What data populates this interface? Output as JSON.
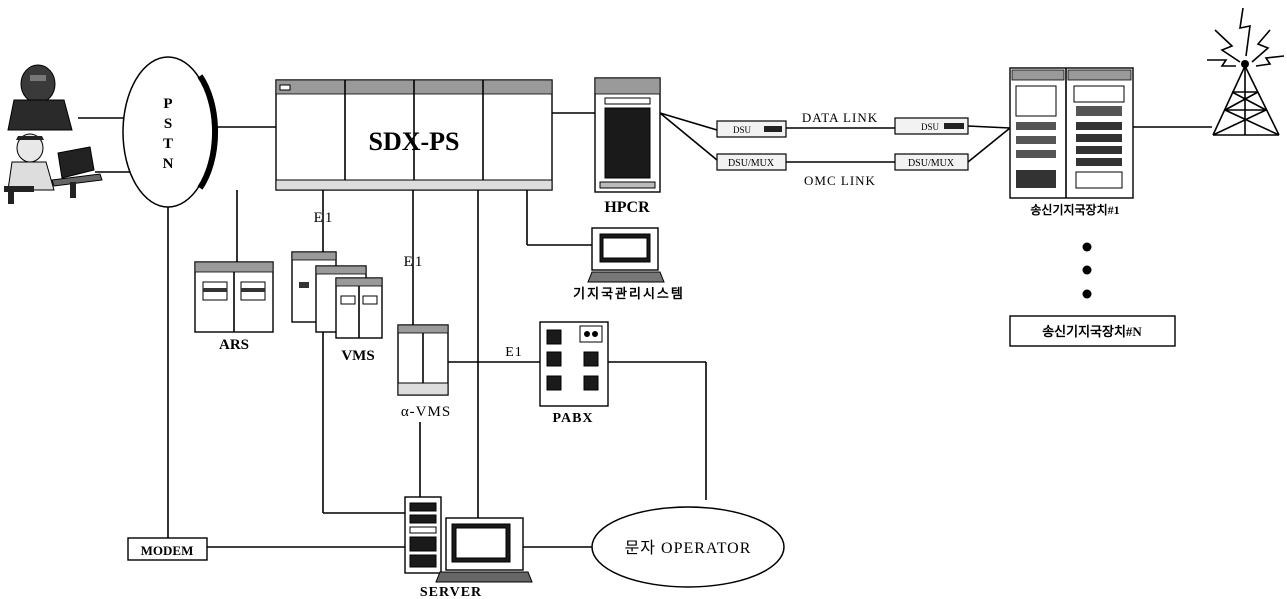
{
  "nodes": {
    "pstn": "PSTN",
    "sdx": "SDX-PS",
    "hpcr": "HPCR",
    "dsu_top_left": "DSU",
    "dsu_top_right": "DSU",
    "dsumux_left": "DSU/MUX",
    "dsumux_right": "DSU/MUX",
    "transmitter_1": "송신기지국장치#1",
    "transmitter_n": "송신기지국장치#N",
    "bs_mgmt": "기지국관리시스템",
    "ars": "ARS",
    "vms": "VMS",
    "alpha_vms": "α-VMS",
    "pabx": "PABX",
    "modem": "MODEM",
    "server": "SERVER",
    "operator": "문자 OPERATOR"
  },
  "links": {
    "data_link": "DATA LINK",
    "omc_link": "OMC LINK",
    "e1_vms": "E1",
    "e1_alpha": "E1",
    "e1_pabx": "E1"
  },
  "pstn_letters": [
    "P",
    "S",
    "T",
    "N"
  ]
}
